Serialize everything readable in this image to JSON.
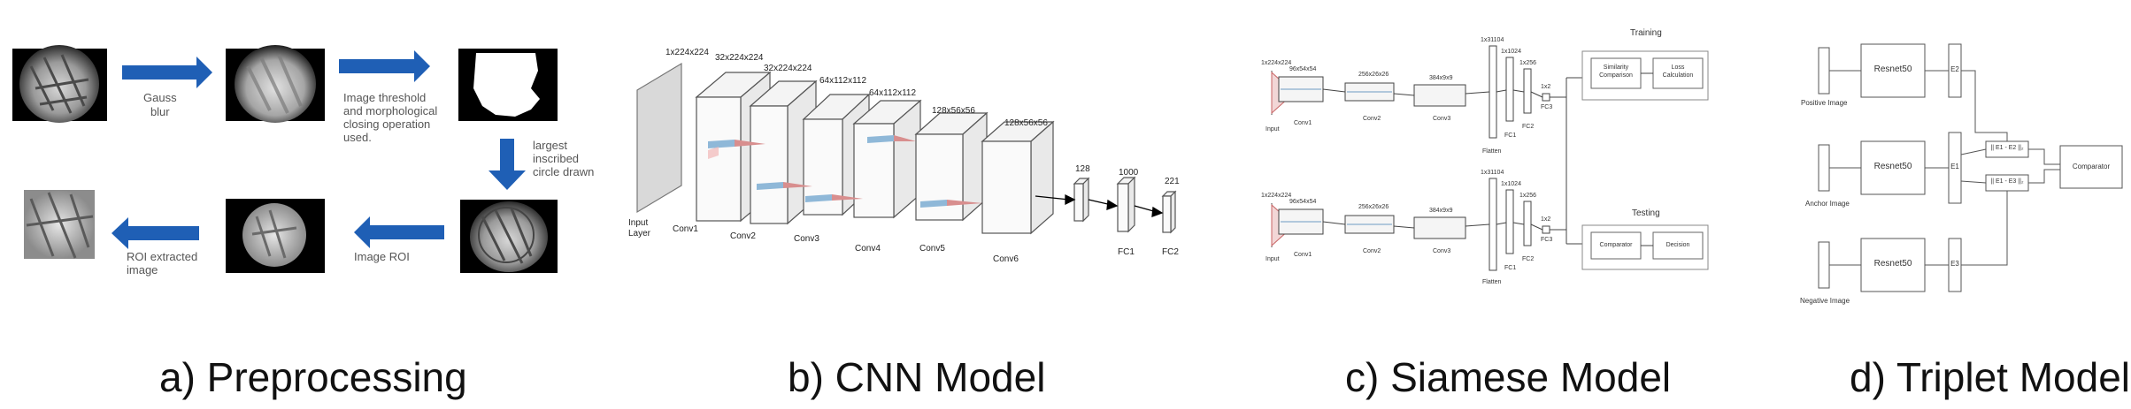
{
  "captions": {
    "a": "a) Preprocessing",
    "b": "b) CNN Model",
    "c": "c) Siamese Model",
    "d": "d) Triplet Model"
  },
  "preprocessing": {
    "gauss": "Gauss\nblur",
    "threshold": "Image threshold\nand morphological\nclosing operation\nused.",
    "circle": "largest\ninscribed\ncircle drawn",
    "roi": "Image ROI",
    "extracted": "ROI extracted\nimage"
  },
  "cnn": {
    "sizes": [
      "1x224x224",
      "32x224x224",
      "32x224x224",
      "64x112x112",
      "64x112x112",
      "128x56x56",
      "128x56x56",
      "128",
      "1000",
      "221"
    ],
    "layers": [
      "Input\nLayer",
      "Conv1",
      "Conv2",
      "Conv3",
      "Conv4",
      "Conv5",
      "Conv6",
      "FC1",
      "FC2"
    ]
  },
  "siamese": {
    "top": {
      "input_size": "1x224x224",
      "input": "Input",
      "conv1_size": "96x54x54",
      "conv1": "Conv1",
      "conv2_size": "256x26x26",
      "conv2": "Conv2",
      "conv3_size": "384x9x9",
      "conv3": "Conv3",
      "flatten_size": "1x31104",
      "flatten": "Flatten",
      "fc1_size": "1x1024",
      "fc1": "FC1",
      "fc2_size": "1x256",
      "fc2": "FC2",
      "fc3_size": "1x2",
      "fc3": "FC3"
    },
    "bottom": {
      "input_size": "1x224x224",
      "input": "Input",
      "conv1_size": "96x54x54",
      "conv1": "Conv1",
      "conv2_size": "256x26x26",
      "conv2": "Conv2",
      "conv3_size": "384x9x9",
      "conv3": "Conv3",
      "flatten_size": "1x31104",
      "flatten": "Flatten",
      "fc1_size": "1x1024",
      "fc1": "FC1",
      "fc2_size": "1x256",
      "fc2": "FC2",
      "fc3_size": "1x2",
      "fc3": "FC3"
    },
    "training": "Training",
    "similarity": "Similarity\nComparison",
    "loss": "Loss\nCalculation",
    "testing": "Testing",
    "comparator": "Comparator",
    "decision": "Decision"
  },
  "triplet": {
    "positive": "Positive Image",
    "anchor": "Anchor Image",
    "negative": "Negative Image",
    "resnet": "Resnet50",
    "e2": "E2",
    "e1": "E1",
    "e3": "E3",
    "dist12": "|| E1 - E2 ||₂",
    "dist13": "|| E1 - E3 ||₂",
    "comparator": "Comparator"
  }
}
